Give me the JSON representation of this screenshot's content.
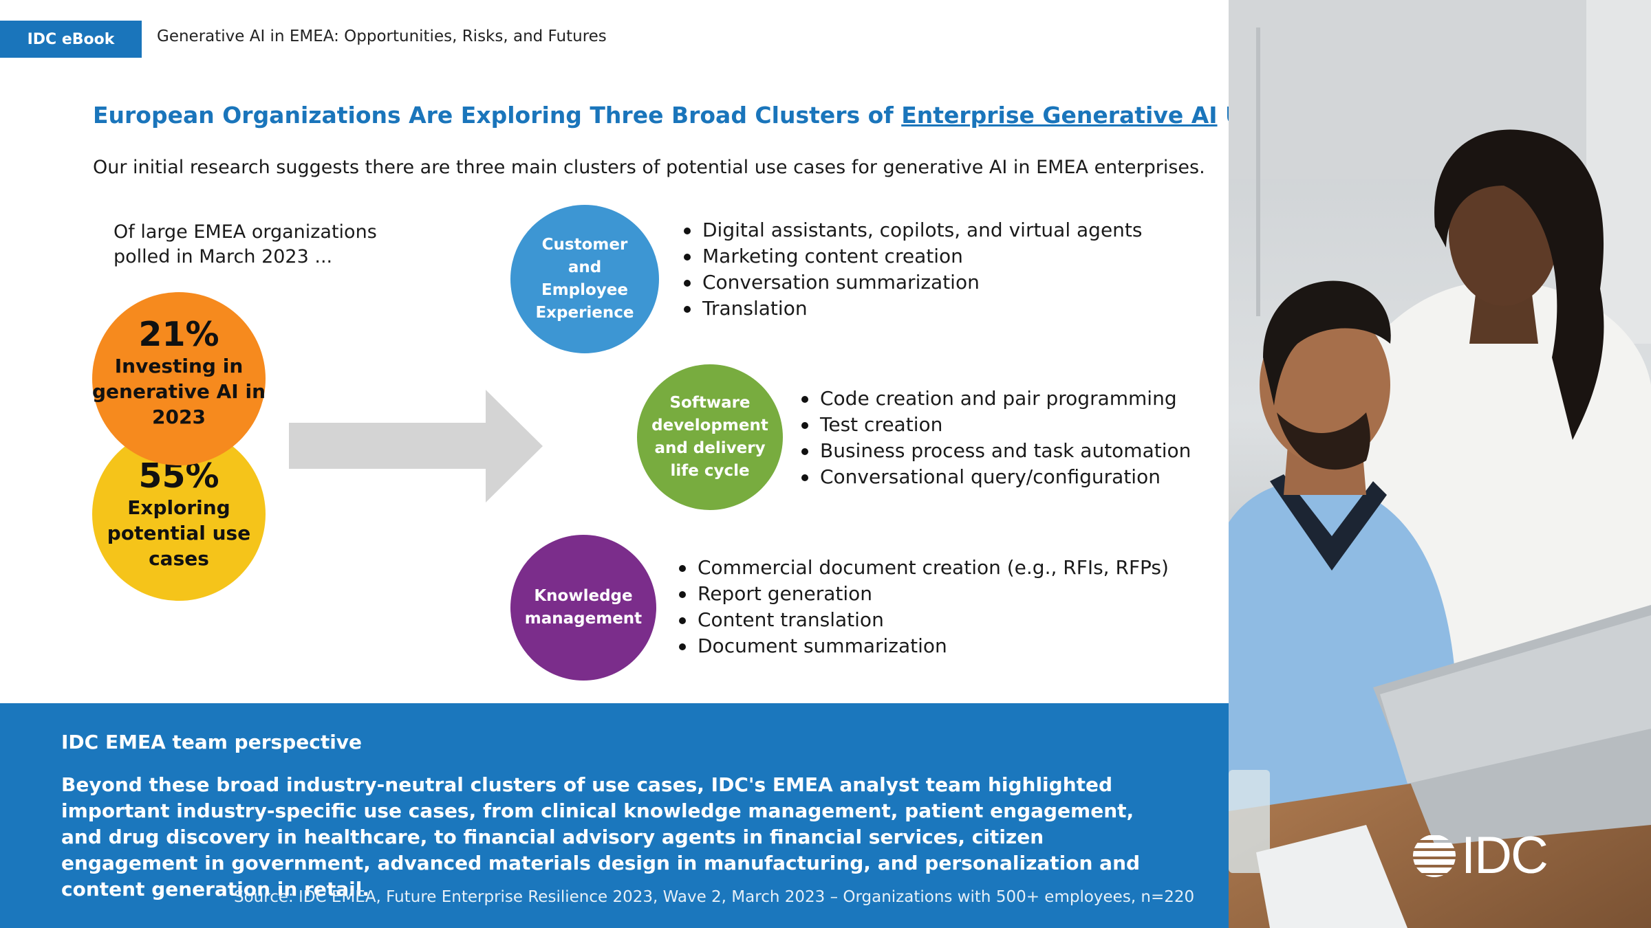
{
  "header": {
    "badge": "IDC eBook",
    "doc_title": "Generative AI in EMEA: Opportunities, Risks, and Futures"
  },
  "headline": {
    "prefix": "European Organizations Are Exploring Three Broad Clusters of ",
    "link": "Enterprise Generative AI",
    "suffix": " Use Cases"
  },
  "subtitle": "Our initial research suggests there are three main clusters of potential use cases for generative AI in EMEA enterprises.",
  "intro": {
    "line1": "Of large EMEA organizations",
    "line2": "polled in March 2023 ..."
  },
  "stats": [
    {
      "pct": "21%",
      "line1": "Investing in",
      "line2": "generative AI in",
      "line3": "2023",
      "color": "#f68a1e"
    },
    {
      "pct": "55%",
      "line1": "Exploring",
      "line2": "potential use",
      "line3": "cases",
      "color": "#f5c41a"
    }
  ],
  "clusters": [
    {
      "line1": "Customer and",
      "line2": "Employee",
      "line3": "Experience",
      "line4": "",
      "color": "#3d96d3",
      "items": [
        "Digital assistants, copilots, and virtual agents",
        "Marketing content creation",
        "Conversation summarization",
        "Translation"
      ]
    },
    {
      "line1": "Software",
      "line2": "development",
      "line3": "and delivery",
      "line4": "life cycle",
      "color": "#78ac3f",
      "items": [
        "Code creation and pair programming",
        "Test creation",
        "Business process and task automation",
        "Conversational query/configuration"
      ]
    },
    {
      "line1": "Knowledge",
      "line2": "management",
      "line3": "",
      "line4": "",
      "color": "#7b2d8b",
      "items": [
        "Commercial document creation (e.g., RFIs, RFPs)",
        "Report generation",
        "Content translation",
        "Document summarization"
      ]
    }
  ],
  "perspective": {
    "title": "IDC EMEA team perspective",
    "body": "Beyond these broad industry-neutral clusters of use cases, IDC's EMEA analyst team highlighted important industry-specific use cases, from clinical knowledge management, patient engagement, and drug discovery in healthcare, to financial advisory agents in financial services, citizen engagement in government, advanced materials design in manufacturing, and personalization and content generation in retail.",
    "source": "Source: IDC EMEA, Future Enterprise Resilience 2023, Wave 2, March 2023 – Organizations with 500+ employees, n=220"
  },
  "logo": {
    "text": "IDC"
  },
  "colors": {
    "brand_blue": "#1a75bb",
    "arrow_gray": "#d4d4d4"
  }
}
